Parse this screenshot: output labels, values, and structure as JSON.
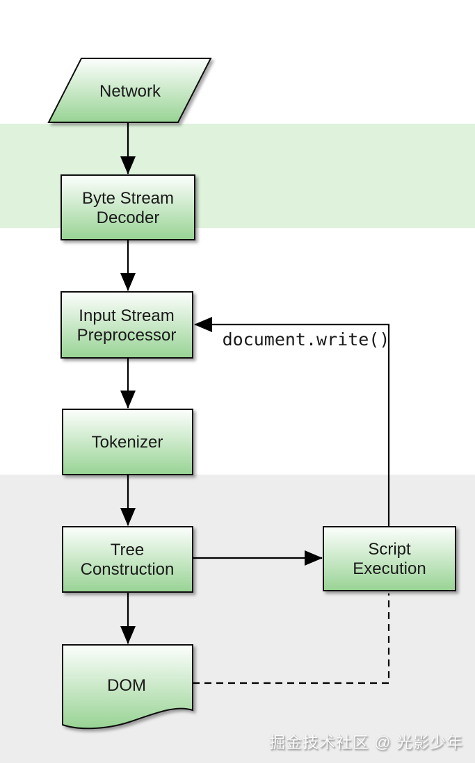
{
  "nodes": {
    "network": {
      "label": "Network"
    },
    "byte_stream_decoder": {
      "line1": "Byte Stream",
      "line2": "Decoder"
    },
    "input_stream_preprocessor": {
      "line1": "Input Stream",
      "line2": "Preprocessor"
    },
    "tokenizer": {
      "label": "Tokenizer"
    },
    "tree_construction": {
      "line1": "Tree",
      "line2": "Construction"
    },
    "script_execution": {
      "line1": "Script",
      "line2": "Execution"
    },
    "dom": {
      "label": "DOM"
    }
  },
  "edges": {
    "document_write_label": "document.write()"
  },
  "watermark": {
    "text": "掘金技术社区 @ 光影少年"
  },
  "colors": {
    "canvas_bg": "#ffffff",
    "band_green": "#def2dc",
    "band_gray": "#ededed",
    "node_fill_top": "#fcfefc",
    "node_fill_bottom": "#98d394",
    "node_border": "#101010",
    "edge_line": "#000000",
    "label_text": "#1a1a1a",
    "watermark_text": "#fafafa",
    "watermark_shadow": "#8a8a8a"
  }
}
